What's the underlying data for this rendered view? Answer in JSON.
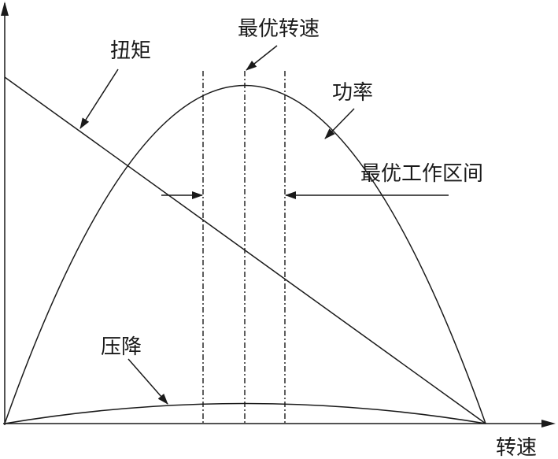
{
  "diagram": {
    "x_axis_label": "转速",
    "labels": {
      "torque": "扭矩",
      "optimal_speed": "最优转速",
      "power": "功率",
      "optimal_range": "最优工作区间",
      "pressure_drop": "压降"
    },
    "line_color": "#1a1a1a"
  }
}
